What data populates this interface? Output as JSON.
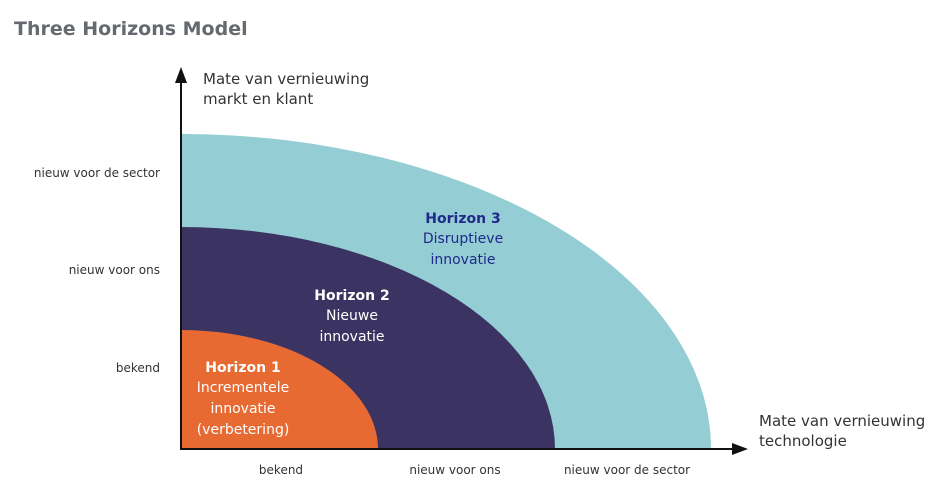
{
  "title": "Three Horizons Model",
  "y_axis": {
    "label_line1": "Mate van vernieuwing",
    "label_line2": "markt en klant",
    "ticks": [
      "bekend",
      "nieuw voor ons",
      "nieuw voor de sector"
    ]
  },
  "x_axis": {
    "label_line1": "Mate van vernieuwing",
    "label_line2": "technologie",
    "ticks": [
      "bekend",
      "nieuw voor ons",
      "nieuw voor de sector"
    ]
  },
  "horizons": [
    {
      "title": "Horizon 1",
      "lines": [
        "Incrementele",
        "innovatie",
        "(verbetering)"
      ],
      "fill": "#E86A33",
      "title_color": "#ffffff",
      "text_color": "#ffffff"
    },
    {
      "title": "Horizon 2",
      "lines": [
        "Nieuwe",
        "innovatie"
      ],
      "fill": "#3B3462",
      "title_color": "#ffffff",
      "text_color": "#ffffff"
    },
    {
      "title": "Horizon 3",
      "lines": [
        "Disruptieve",
        "innovatie"
      ],
      "fill": "#94CDD3",
      "title_color": "#1F2A8A",
      "text_color": "#1F2A8A"
    }
  ],
  "colors": {
    "title": "#666a6e",
    "axis": "#111111",
    "axis_label": "#333333",
    "tick": "#333333"
  }
}
